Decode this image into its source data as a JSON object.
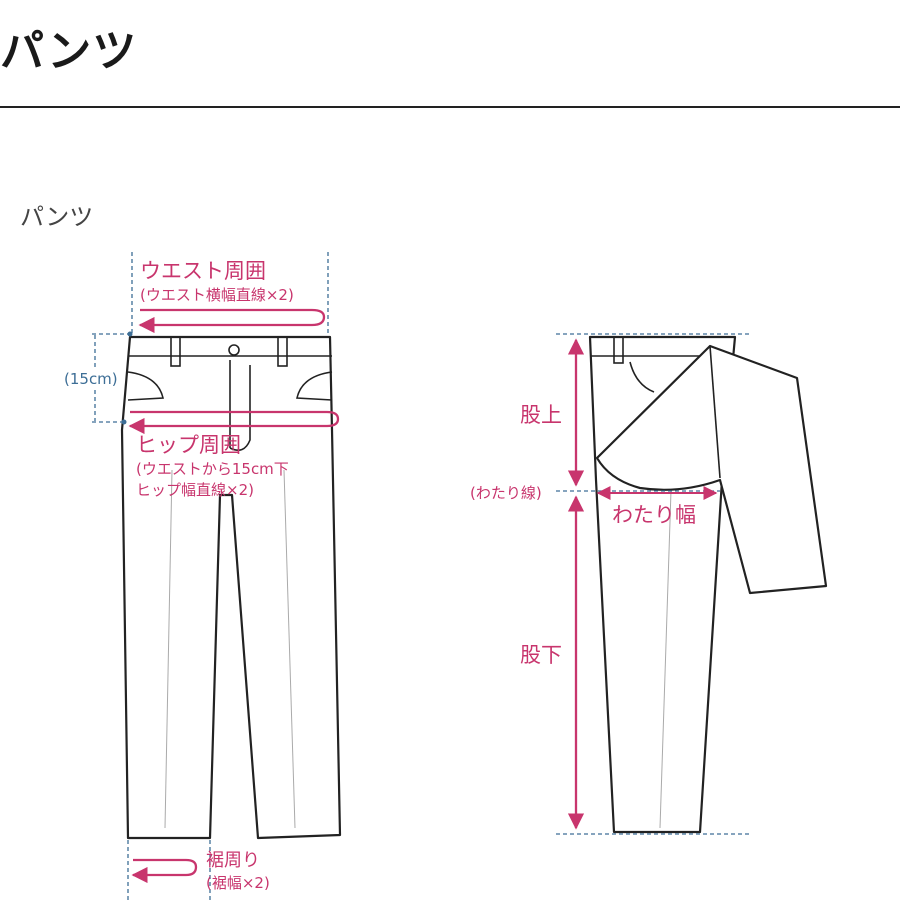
{
  "header": {
    "title": "パンツ"
  },
  "section": {
    "label": "パンツ"
  },
  "labels": {
    "waist": "ウエスト周囲",
    "waist_note": "(ウエスト横幅直線×2)",
    "rise_offset": "(15cm)",
    "hip": "ヒップ周囲",
    "hip_note_1": "(ウエストから15cm下",
    "hip_note_2": "ヒップ幅直線×2)",
    "hem": "裾周り",
    "hem_note": "(裾幅×2)",
    "rise": "股上",
    "thigh_line": "(わたり線)",
    "thigh_width": "わたり幅",
    "inseam": "股下"
  },
  "colors": {
    "accent": "#c8356d",
    "secondary": "#3d6e96",
    "outline": "#222222",
    "guide": "#3d6e96"
  }
}
